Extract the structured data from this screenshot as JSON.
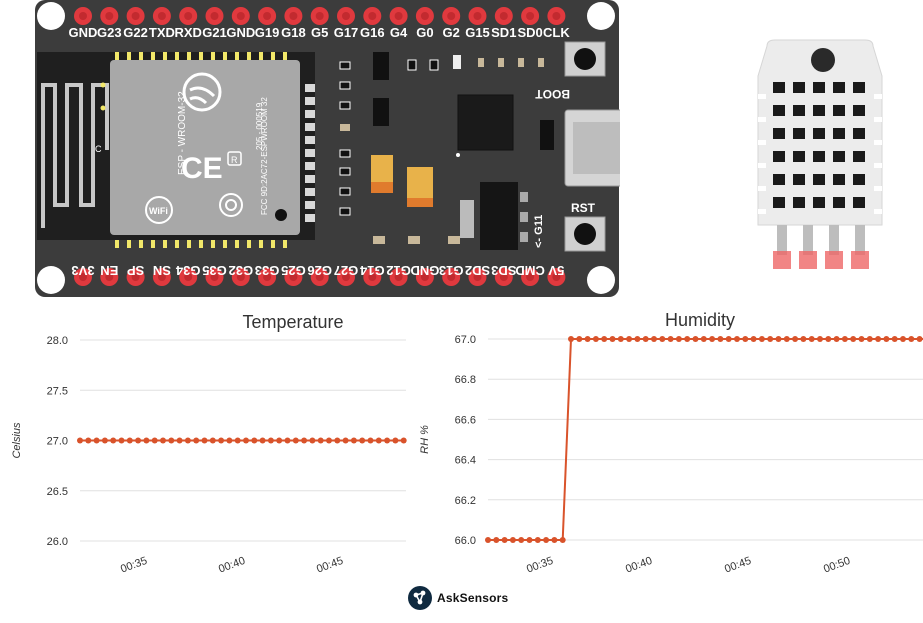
{
  "board": {
    "top_pins": [
      "GND",
      "G23",
      "G22",
      "TXD",
      "RXD",
      "G21",
      "GND",
      "G19",
      "G18",
      "G5",
      "G17",
      "G16",
      "G4",
      "G0",
      "G2",
      "G15",
      "SD1",
      "SD0",
      "CLK"
    ],
    "bottom_pins": [
      "3V3",
      "EN",
      "SP",
      "SN",
      "G34",
      "G35",
      "G32",
      "G33",
      "G25",
      "G26",
      "G27",
      "G14",
      "G12",
      "GND",
      "G13",
      "SD2",
      "SD3",
      "CMD",
      "5V"
    ],
    "module_labels": {
      "wroom": "ESP - WROOM-32",
      "fcc": "FCC  9D:2AC72-ESPWROOM 32",
      "r_code": "205 - 000519",
      "r_mark": "R",
      "ce": "CE",
      "wifi": "WiFi",
      "c_mark": "C"
    },
    "boot_label": "BOOT",
    "rst_label": "RST",
    "g11_label": "<- G11"
  },
  "colors": {
    "line": "#d9532b",
    "board": "#3c3c3c",
    "pin": "#e0393e",
    "grid": "#e0e0e0"
  },
  "chart_data": [
    {
      "type": "line",
      "title": "Temperature",
      "ylabel": "Celsius",
      "ylim": [
        26.0,
        28.0
      ],
      "yticks": [
        "28.0",
        "27.5",
        "27.0",
        "26.5",
        "26.0"
      ],
      "xticks": [
        "00:35",
        "00:40",
        "00:45"
      ],
      "series": [
        {
          "values": [
            27,
            27,
            27,
            27,
            27,
            27,
            27,
            27,
            27,
            27,
            27,
            27,
            27,
            27,
            27,
            27,
            27,
            27,
            27,
            27,
            27,
            27,
            27,
            27,
            27,
            27,
            27,
            27,
            27,
            27,
            27,
            27,
            27,
            27,
            27,
            27,
            27,
            27,
            27,
            27
          ]
        }
      ]
    },
    {
      "type": "line",
      "title": "Humidity",
      "ylabel": "RH %",
      "ylim": [
        66.0,
        67.0
      ],
      "yticks": [
        "67.0",
        "66.8",
        "66.6",
        "66.4",
        "66.2",
        "66.0"
      ],
      "xticks": [
        "00:35",
        "00:40",
        "00:45",
        "00:50"
      ],
      "series": [
        {
          "values": [
            66,
            66,
            66,
            66,
            66,
            66,
            66,
            66,
            66,
            66,
            67,
            67,
            67,
            67,
            67,
            67,
            67,
            67,
            67,
            67,
            67,
            67,
            67,
            67,
            67,
            67,
            67,
            67,
            67,
            67,
            67,
            67,
            67,
            67,
            67,
            67,
            67,
            67,
            67,
            67,
            67,
            67,
            67,
            67,
            67,
            67,
            67,
            67,
            67,
            67,
            67,
            67,
            67,
            67,
            67
          ]
        }
      ]
    }
  ],
  "branding": {
    "name": "AskSensors"
  }
}
